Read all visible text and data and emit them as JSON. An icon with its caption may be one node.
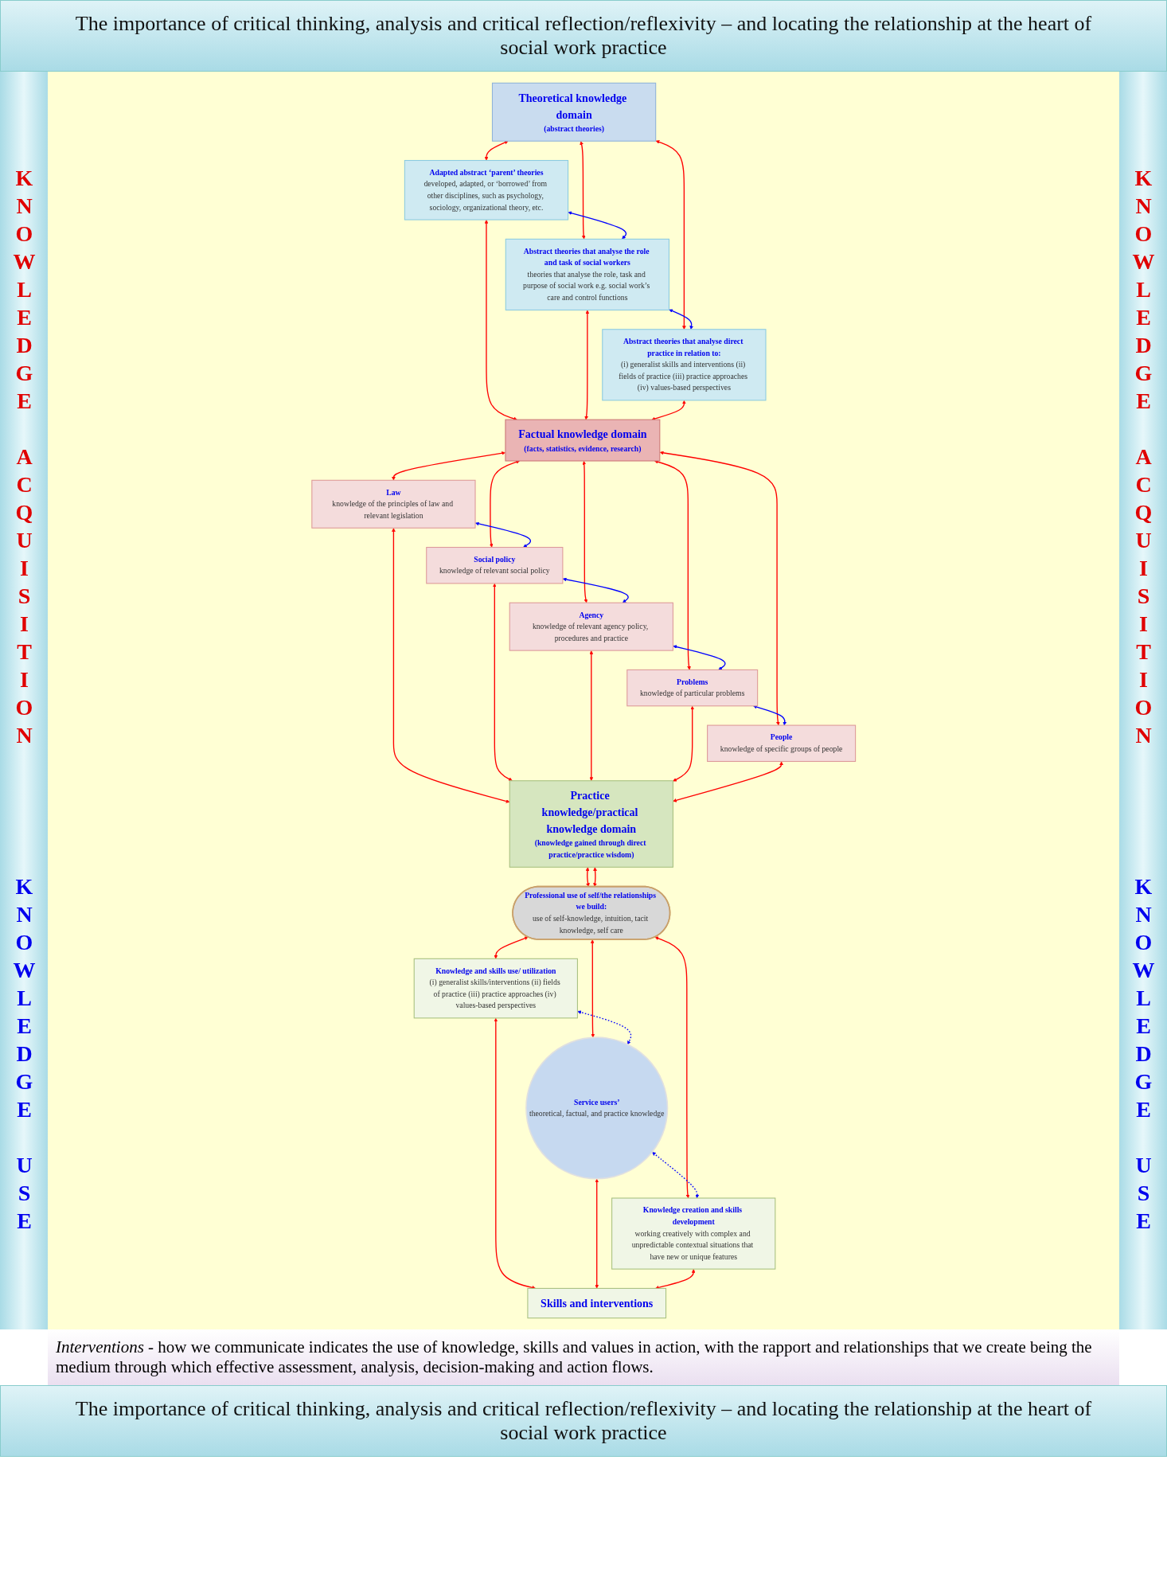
{
  "diagram": {
    "title": "The importance of critical thinking, analysis and critical reflection/reflexivity – and locating the relationship at the heart of social work practice",
    "nodes": [
      {
        "text": [
          "Theoretical knowledge domain",
          "(abstract theories)"
        ]
      },
      {
        "text": [
          "Adapted abstract ‘parent’ theories",
          "developed, adapted, or ‘borrowed’ from other disciplines, such as psychology, sociology, organizational theory, etc."
        ]
      },
      {
        "text": [
          "Abstract theories that analyse the role and task of social workers",
          "theories that analyse the role, task and purpose of social work e.g. social work’s care and control functions"
        ]
      },
      {
        "text": [
          "Abstract theories that analyse direct practice in relation to:",
          "(i) generalist skills and interventions (ii) fields of practice (iii) practice approaches (iv) values-based perspectives"
        ]
      },
      {
        "text": [
          "Factual knowledge domain",
          "(facts, statistics, evidence, research)"
        ]
      },
      {
        "text": [
          "Law",
          "knowledge of the principles of law and relevant legislation"
        ]
      },
      {
        "text": [
          "Social policy",
          "knowledge of relevant social policy"
        ]
      },
      {
        "text": [
          "Agency",
          "knowledge of relevant agency policy, procedures and practice"
        ]
      },
      {
        "text": [
          "Problems",
          "knowledge of particular problems"
        ]
      },
      {
        "text": [
          "People",
          "knowledge of specific groups of people"
        ]
      },
      {
        "text": [
          "Practice knowledge/practical knowledge domain",
          "(knowledge gained through direct practice/practice wisdom)"
        ]
      },
      {
        "text": [
          "Professional use of self/the relationships we build:",
          "use of self-knowledge, intuition, tacit knowledge, self care"
        ]
      },
      {
        "text": [
          "Knowledge and skills use/ utilization",
          "(i) generalist skills/interventions (ii) fields of practice (iii) practice approaches (iv) values-based perspectives"
        ]
      },
      {
        "text": [
          "Service users’",
          "theoretical, factual, and practice knowledge"
        ]
      },
      {
        "text": [
          "Knowledge creation and skills development",
          "working creatively with complex and unpredictable contextual situations that have new or unique features"
        ]
      },
      {
        "text": [
          "Skills and interventions"
        ]
      }
    ],
    "edges": [
      {
        "from": 0,
        "to": 1,
        "arrow": "both"
      },
      {
        "from": 0,
        "to": 2,
        "arrow": "both"
      },
      {
        "from": 0,
        "to": 3,
        "arrow": "both"
      },
      {
        "from": 1,
        "to": 2,
        "arrow": "both",
        "color": "#0000ff"
      },
      {
        "from": 2,
        "to": 3,
        "arrow": "both",
        "color": "#0000ff"
      },
      {
        "from": 1,
        "to": 4,
        "arrow": "both"
      },
      {
        "from": 2,
        "to": 4,
        "arrow": "both"
      },
      {
        "from": 3,
        "to": 4,
        "arrow": "both"
      },
      {
        "from": 4,
        "to": 5,
        "arrow": "both"
      },
      {
        "from": 4,
        "to": 6,
        "arrow": "both"
      },
      {
        "from": 4,
        "to": 7,
        "arrow": "both"
      },
      {
        "from": 4,
        "to": 8,
        "arrow": "both"
      },
      {
        "from": 4,
        "to": 9,
        "arrow": "both"
      },
      {
        "from": 5,
        "to": 6,
        "arrow": "both",
        "color": "#0000ff"
      },
      {
        "from": 6,
        "to": 7,
        "arrow": "both",
        "color": "#0000ff"
      },
      {
        "from": 7,
        "to": 8,
        "arrow": "both",
        "color": "#0000ff"
      },
      {
        "from": 8,
        "to": 9,
        "arrow": "both",
        "color": "#0000ff"
      },
      {
        "from": 5,
        "to": 10,
        "arrow": "both"
      },
      {
        "from": 6,
        "to": 10,
        "arrow": "both"
      },
      {
        "from": 7,
        "to": 10,
        "arrow": "both"
      },
      {
        "from": 8,
        "to": 10,
        "arrow": "both"
      },
      {
        "from": 9,
        "to": 10,
        "arrow": "both"
      },
      {
        "from": 10,
        "to": 11,
        "arrow": "both"
      },
      {
        "from": 10,
        "to": 11,
        "arrow": "both"
      },
      {
        "from": 11,
        "to": 12,
        "arrow": "both"
      },
      {
        "from": 11,
        "to": 13,
        "arrow": "both"
      },
      {
        "from": 11,
        "to": 14,
        "arrow": "both"
      },
      {
        "from": 12,
        "to": 13,
        "arrow": "both",
        "style": "dashed",
        "color": "#0000ff"
      },
      {
        "from": 13,
        "to": 14,
        "arrow": "both",
        "style": "dashed",
        "color": "#0000ff"
      },
      {
        "from": 12,
        "to": 15,
        "arrow": "both"
      },
      {
        "from": 13,
        "to": 15,
        "arrow": "both"
      },
      {
        "from": 14,
        "to": 15,
        "arrow": "both"
      }
    ],
    "labels": [
      "KNOWLEDGE ACQUISITION",
      "KNOWLEDGE USE",
      "KNOWLEDGE ACQUISITION",
      "KNOWLEDGE USE",
      "*Interventions* - how we communicate indicates the use of knowledge, skills and values in action, with the rapport and relationships that we create being the medium through which effective assessment, analysis, decision-making and action flows.",
      "The importance of critical thinking, analysis and critical reflection/reflexivity – and locating the relationship at the heart of social work practice"
    ]
  }
}
